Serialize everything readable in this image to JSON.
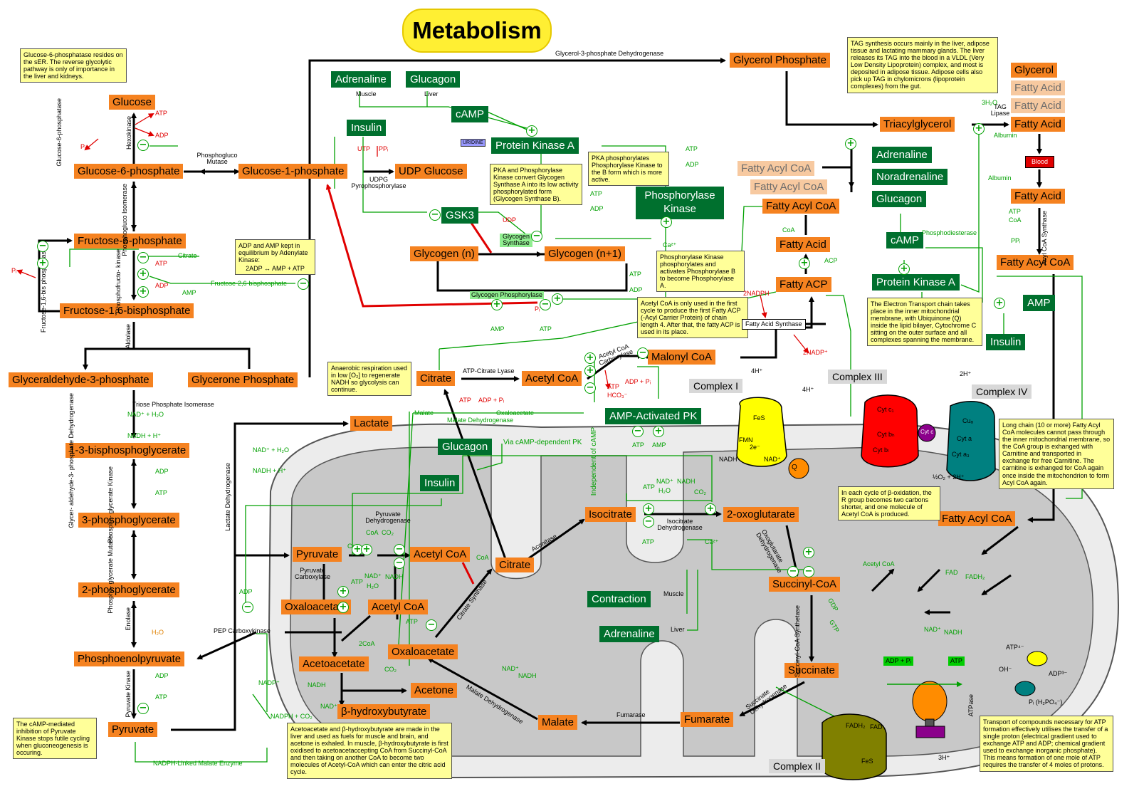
{
  "title": "Metabolism",
  "metabolites": {
    "glucose": "Glucose",
    "glucose_6_phosphate": "Glucose-6-phosphate",
    "glucose_1_phosphate": "Glucose-1-phosphate",
    "udp_glucose": "UDP Glucose",
    "fructose_6_phosphate": "Fructose-6-phosphate",
    "fructose_1_6_bisphosphate": "Fructose-1,6-bisphosphate",
    "glyceraldehyde_3_phosphate": "Glyceraldehyde-3-phosphate",
    "glycerone_phosphate": "Glycerone Phosphate",
    "bisphosphoglycerate": "1-3-bisphosphoglycerate",
    "phosphoglycerate_3": "3-phosphoglycerate",
    "phosphoglycerate_2": "2-phosphoglycerate",
    "phosphoenolpyruvate": "Phosphoenolpyruvate",
    "pyruvate_cyto": "Pyruvate",
    "lactate": "Lactate",
    "glycogen_n": "Glycogen (n)",
    "glycogen_n1": "Glycogen (n+1)",
    "glycerol_phosphate": "Glycerol Phosphate",
    "triacylglycerol": "Triacylglycerol",
    "glycerol": "Glycerol",
    "fatty_acid_faded_1": "Fatty Acid",
    "fatty_acid_faded_2": "Fatty Acid",
    "fatty_acid_right": "Fatty Acid",
    "fatty_acid_blood": "Fatty Acid",
    "fatty_acyl_coa_faded_1": "Fatty Acyl CoA",
    "fatty_acyl_coa_faded_2": "Fatty Acyl CoA",
    "fatty_acyl_coa_mid": "Fatty Acyl CoA",
    "fatty_acyl_coa_right": "Fatty Acyl CoA",
    "fatty_acyl_coa_mito": "Fatty Acyl CoA",
    "fatty_acid_mid": "Fatty Acid",
    "fatty_acp": "Fatty ACP",
    "malonyl_coa": "Malonyl CoA",
    "citrate_cyto": "Citrate",
    "acetyl_coa_cyto": "Acetyl CoA",
    "pyruvate_mito": "Pyruvate",
    "acetyl_coa_mito": "Acetyl CoA",
    "oxaloacetate_top": "Oxaloacetate",
    "acetyl_coa_lower": "Acetyl CoA",
    "acetoacetate": "Acetoacetate",
    "acetone": "Acetone",
    "beta_hydroxybutyrate": "β-hydroxybutyrate",
    "citrate_mito": "Citrate",
    "isocitrate": "Isocitrate",
    "oxoglutarate": "2-oxoglutarate",
    "succinyl_coa": "Succinyl-CoA",
    "succinate": "Succinate",
    "fumarate": "Fumarate",
    "malate": "Malate",
    "oxaloacetate_cycle": "Oxaloacetate"
  },
  "hormones": {
    "adrenaline_top": "Adrenaline",
    "glucagon_top": "Glucagon",
    "insulin_top": "Insulin",
    "camp_top": "cAMP",
    "pka_top": "Protein Kinase A",
    "gsk3": "GSK3",
    "phosphorylase_kinase": "Phosphorylase Kinase",
    "adrenaline_right": "Adrenaline",
    "noradrenaline_right": "Noradrenaline",
    "glucagon_right": "Glucagon",
    "camp_right": "cAMP",
    "pka_right": "Protein Kinase A",
    "amp_right": "AMP",
    "insulin_right": "Insulin",
    "amp_activated_pk": "AMP-Activated PK",
    "glucagon_mid": "Glucagon",
    "insulin_mid": "Insulin",
    "contraction": "Contraction",
    "adrenaline_bottom": "Adrenaline"
  },
  "complexes": {
    "complex_1": "Complex I",
    "complex_2": "Complex II",
    "complex_3": "Complex III",
    "complex_4": "Complex IV"
  },
  "enzymes": {
    "glyc3p_dehydrogenase": "Glycerol-3-phosphate Dehydrogenase",
    "glucose_6_phosphatase": "Glucose-6-phosphatase",
    "hexokinase": "Hexokinase",
    "phosphoglucomutase": "Phosphogluco Mutase",
    "udpg_pyrophosphorylase": "UDPG Pyrophosphorylase",
    "phosphogluco_isomerase": "Phosphogluco Isomerase",
    "fructose_bisphosphatase": "Fructose-1,6-bis phosphatase",
    "phosphofructokinase": "Phosphofructo- kinase",
    "aldolase": "Aldolase",
    "triose_isomerase": "Triose Phosphate Isomerase",
    "g3p_dehydrogenase": "Glycer- aldehyde-3- phosphate Dehydrogenase",
    "phosphoglycerate_kinase": "Phospho- glycerate Kinase",
    "phosphoglycerate_mutase": "Phospho- glycerate Mutase",
    "enolase": "Enolase",
    "pyruvate_kinase": "Pyruvate Kinase",
    "lactate_dehydrogenase": "Lactate Dehydrogenase",
    "pep_carboxykinase": "PEP Carboxykinase",
    "pyruvate_dehydrogenase": "Pyruvate Dehydrogenase",
    "pyruvate_carboxylase": "Pyruvate Carboxylase",
    "citrate_synthase": "Citrate Synthase",
    "aconitase": "Aconitase",
    "isocitrate_dehydrogenase": "Isocitrate Dehydrogenase",
    "oxoglutarate_dehydrogenase": "Oxoglutarate Dehydrogenase",
    "succinyl_coa_synthetase": "Succinyl-CoA Synthetase",
    "succinate_dehydrogenase": "Succinate Dehydrogenase",
    "fumarase": "Fumarase",
    "malate_dehydrogenase_mito": "Malate Dehydrogenase",
    "malate_dehydrogenase_cyto": "Malate Dehydrogenase",
    "atp_citrate_lyase": "ATP-Citrate Lyase",
    "acetyl_coa_carboxylase": "Acetyl CoA Carboxylase",
    "fatty_acid_synthase": "Fatty Acid Synthase",
    "glycogen_synthase": "Glycogen Synthase",
    "glycogen_phosphorylase": "Glycogen Phosphorylase",
    "tag_lipase": "TAG Lipase",
    "acyl_coa_synthase": "Acyl CoA Synthase",
    "phosphodiesterase": "Phosphodiesterase",
    "nadph_malate_enzyme": "NADPH-Linked Malate Enzyme",
    "fructose_2_6_bisphosphate": "Fructose-2,6-bisphosphate",
    "atpase": "ATPase"
  },
  "labels": {
    "muscle_top": "Muscle",
    "liver_top": "Liver",
    "muscle_mid": "Muscle",
    "liver_bottom": "Liver",
    "blood": "Blood",
    "albumin_1": "Albumin",
    "albumin_2": "Albumin",
    "via_camp": "Via cAMP-dependent PK",
    "independent_camp": "Independent of cAMP",
    "malate_label": "Malate",
    "oxaloacetate_label": "Oxaloacetate",
    "citrate_inhibitor": "Citrate",
    "atp": "ATP",
    "adp": "ADP",
    "amp": "AMP",
    "utp": "UTP",
    "ppi": "PPᵢ",
    "udp": "UDP",
    "pi": "Pᵢ",
    "nadh": "NADH",
    "nad": "NAD⁺",
    "co2": "CO₂",
    "h2o": "H₂O",
    "coa": "CoA",
    "gtp": "GTP",
    "gdp": "GDP",
    "fadh2": "FADH₂",
    "fad": "FAD",
    "ca": "Ca²⁺",
    "hco3": "HCO₃⁻",
    "nadph2": "2NADPH",
    "nadp2": "2NADP⁺",
    "adp_pi": "ADP + Pᵢ",
    "atp_adp_pi": "ATP → ADP + Pᵢ",
    "nad_h2o": "NAD⁺ + H₂O",
    "nadh_h": "NADH + H⁺",
    "nadph_co2": "NADPH + CO₂",
    "nadp": "NADP⁺",
    "two_coa": "2CoA",
    "three_h2o": "3H₂O",
    "h_plus_4": "4H⁺",
    "h_plus_2": "2H⁺",
    "h_plus_3": "3H⁺",
    "half_o2": "½O₂ + 2H⁺",
    "two_adp_amp": "2ADP ↔ AMP + ATP",
    "q": "Q",
    "cyt_c": "Cyt c",
    "fmn": "FMN",
    "fes": "FeS",
    "two_e": "2e⁻",
    "cu": "Cuₐ",
    "cyt_a": "Cyt a",
    "cyt_a3": "Cyt a₃",
    "cyt_c1": "Cyt c₁",
    "cyt_b_h": "Cyt bₕ",
    "cyt_b_l": "Cyt bₗ",
    "atp_carrier": "ATP⁴⁻",
    "adp_carrier": "ADP³⁻",
    "oh": "OH⁻",
    "pi_carrier": "Pᵢ (H₂PO₄⁻)",
    "uridine": "URIDINE",
    "p": "P"
  },
  "notes": {
    "g6pase": "Glucose-6-phosphatase resides on the sER. The reverse glycolytic pathway is only of importance in the liver and kidneys.",
    "tag": "TAG synthesis occurs mainly in the liver, adipose tissue and lactating mammary glands. The liver releases its TAG into the blood in a VLDL (Very Low Density Lipoprotein) complex, and most is deposited in adipose tissue. Adipose cells also pick up TAG in chylomicrons (lipoprotein complexes) from the gut.",
    "pka_gs": "PKA and Phosphorylase Kinase convert Glycogen Synthase A into its low activity phosphorylated form (Glycogen Synthase B).",
    "pka_pk": "PKA phosphorylates Phosphorylase Kinase to the B form which is more active.",
    "adp_amp": "ADP and AMP kept in equilibrium by Adenylate Kinase:",
    "phos_kinase": "Phosphorylase Kinase phosphorylates and activates Phosphorylase B to become Phosphorylase A.",
    "acetyl_coa": "Acetyl CoA is only used in the first cycle to produce the first Fatty ACP (-Acyl Carrier Protein) of chain length 4. After that, the fatty ACP is used in its place.",
    "etc": "The Electron Transport chain takes place in the inner mitochondrial membrane, with Ubiquinone (Q) inside the lipid bilayer, Cytochrome C sitting on the outer surface and all complexes spanning the membrane.",
    "anaerobic": "Anaerobic respiration used in low [O₂] to regenerate NADH so glycolysis can continue.",
    "long_chain": "Long chain (10 or more) Fatty Acyl CoA molecules cannot pass through the inner mitochondrial membrane, so the CoA group is exhanged with Carnitine and transported in exchange for free Carnitine. The carnitine is exhanged for CoA again once inside the mitochondrion to form Acyl CoA again.",
    "beta_ox": "In each cycle of β-oxidation, the R group becomes two carbons shorter, and one molecule of Acetyl CoA is produced.",
    "camp_pk": "The cAMP-mediated inhibition of Pyruvate Kinase stops futile cycling when gluconeogenesis is occuring.",
    "ketone": "Acetoacetate and β-hydroxybutyrate are made in the liver and used as fuels for muscle and brain, and acetone is exhaled. In muscle, β-hydroxybutyrate is first oxidised to acetoacetaccepting CoA from Succinyl-CoA and then taking on another CoA to become two molecules of Acetyl-CoA which can enter the citric acid cycle.",
    "transport": "Transport of compounds necessary for ATP formation effectively utilises the transfer of a single proton (electrical gradient used to exchange ATP and ADP; chemical gradient used to exchange inorganic phosphate). This means formation of one mole of ATP requires the transfer of 4 moles of protons."
  },
  "colors": {
    "metabolite": "#f58220",
    "metabolite_faded": "#f7c9a0",
    "hormone": "#00702e",
    "activator": "#00a000",
    "inhibitor": "#e00000",
    "note": "#ffff99",
    "title_bg": "#ffef33",
    "mito_outer": "#ececec",
    "mito_inner": "#c8c8c8"
  }
}
